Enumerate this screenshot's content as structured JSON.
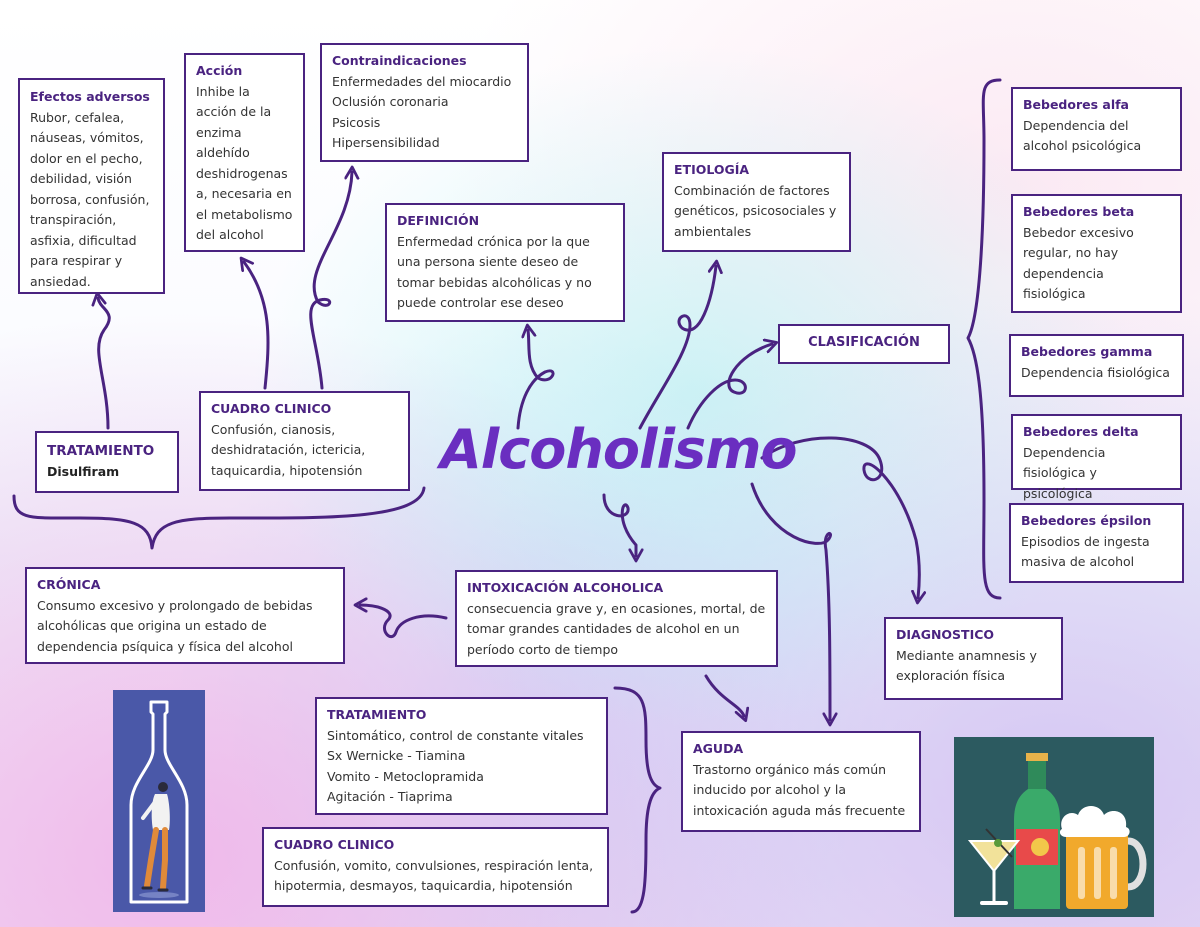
{
  "title": "Alcoholismo",
  "boxes": {
    "efectos": {
      "title": "Efectos adversos",
      "body": "Rubor, cefalea,\nnáuseas, vómitos,\ndolor en el pecho,\ndebilidad, visión\nborrosa, confusión,\ntranspiración,\nasfixia, dificultad\npara respirar y\nansiedad."
    },
    "accion": {
      "title": "Acción",
      "body": "Inhibe la\nacción de la\nenzima\naldehído\ndeshidrogenas\na, necesaria en\nel metabolismo\ndel alcohol"
    },
    "contra": {
      "title": "Contraindicaciones",
      "body": "Enfermedades del miocardio\nOclusión coronaria\nPsicosis\nHipersensibilidad"
    },
    "definicion": {
      "title": "DEFINICIÓN",
      "body": "Enfermedad crónica por la que\nuna persona siente deseo de\ntomar bebidas alcohólicas y no\npuede controlar ese deseo"
    },
    "etiologia": {
      "title": "ETIOLOGÍA",
      "body": "Combinación de factores\ngenéticos, psicosociales y\nambientales"
    },
    "clasificacion": {
      "title": "CLASIFICACIÓN"
    },
    "tratamiento1": {
      "title": "TRATAMIENTO",
      "body": "Disulfiram"
    },
    "cuadro1": {
      "title": "CUADRO CLINICO",
      "body": "Confusión, cianosis,\ndeshidratación, ictericia,\ntaquicardia, hipotensión"
    },
    "cronica": {
      "title": "CRÓNICA",
      "body": "Consumo excesivo y prolongado de bebidas\nalcohólicas que origina un estado de\ndependencia psíquica y física del alcohol"
    },
    "intoxicacion": {
      "title": "INTOXICACIÓN ALCOHOLICA",
      "body": "consecuencia grave y, en ocasiones, mortal, de\ntomar grandes cantidades de alcohol en un\nperíodo corto de tiempo"
    },
    "diagnostico": {
      "title": "DIAGNOSTICO",
      "body": "Mediante anamnesis y\nexploración física"
    },
    "tratamiento2": {
      "title": "TRATAMIENTO",
      "body": "Sintomático, control de constante vitales\nSx Wernicke - Tiamina\nVomito - Metoclopramida\nAgitación - Tiaprima"
    },
    "cuadro2": {
      "title": "CUADRO CLINICO",
      "body": "Confusión, vomito, convulsiones, respiración lenta,\nhipotermia, desmayos, taquicardia, hipotensión"
    },
    "aguda": {
      "title": "AGUDA",
      "body": "Trastorno orgánico más común\ninducido por alcohol y la\nintoxicación aguda más frecuente"
    },
    "alfa": {
      "title": "Bebedores alfa",
      "body": "Dependencia del\nalcohol psicológica"
    },
    "beta": {
      "title": "Bebedores beta",
      "body": "Bebedor excesivo\nregular, no hay\ndependencia\nfisiológica"
    },
    "gamma": {
      "title": "Bebedores gamma",
      "body": "Dependencia fisiológica"
    },
    "delta": {
      "title": "Bebedores delta",
      "body": "Dependencia\nfisiológica y psicológica"
    },
    "epsilon": {
      "title": "Bebedores épsilon",
      "body": "Episodios de ingesta\nmasiva de alcohol"
    }
  },
  "colors": {
    "accent": "#4a2380",
    "title": "#6a2ec0",
    "panel": "#4a58a8",
    "cocktail_bg": "#2c5a60"
  },
  "icons": [
    "bottle-person-illustration",
    "drinks-illustration"
  ]
}
